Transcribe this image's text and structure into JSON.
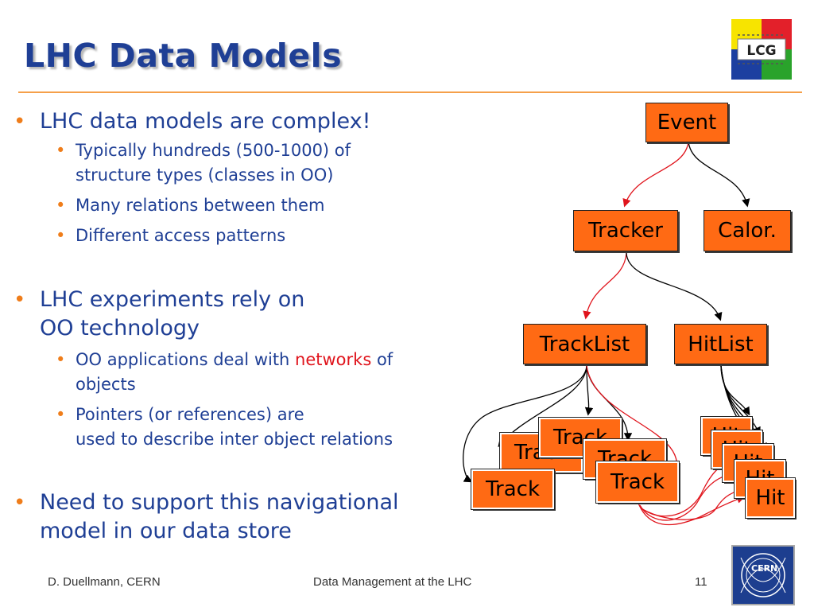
{
  "title": "LHC Data Models",
  "logos": {
    "top_right": "LCG",
    "bottom_right": "CERN"
  },
  "bullets": [
    {
      "text": "LHC data models are complex!",
      "sub": [
        "Typically hundreds (500-1000) of",
        "structure types (classes in OO)",
        "Many relations between them",
        "Different access patterns"
      ]
    },
    {
      "line1": "LHC experiments rely on",
      "line2": "OO technology",
      "sub_a_pre": "OO applications deal with ",
      "sub_a_hl": "networks",
      "sub_a_post": " of",
      "sub_a_line2": "objects",
      "sub_b_line1": "Pointers (or references) are",
      "sub_b_line2": "used to describe inter object relations"
    },
    {
      "line1": "Need to support this navigational",
      "line2": "model in our data store"
    }
  ],
  "diagram": {
    "event": "Event",
    "tracker": "Tracker",
    "calor": "Calor.",
    "tracklist": "TrackList",
    "hitlist": "HitList",
    "track": "Track",
    "hit": "Hit"
  },
  "footer": {
    "author": "D. Duellmann, CERN",
    "center": "Data Management at the LHC",
    "page": "11"
  }
}
